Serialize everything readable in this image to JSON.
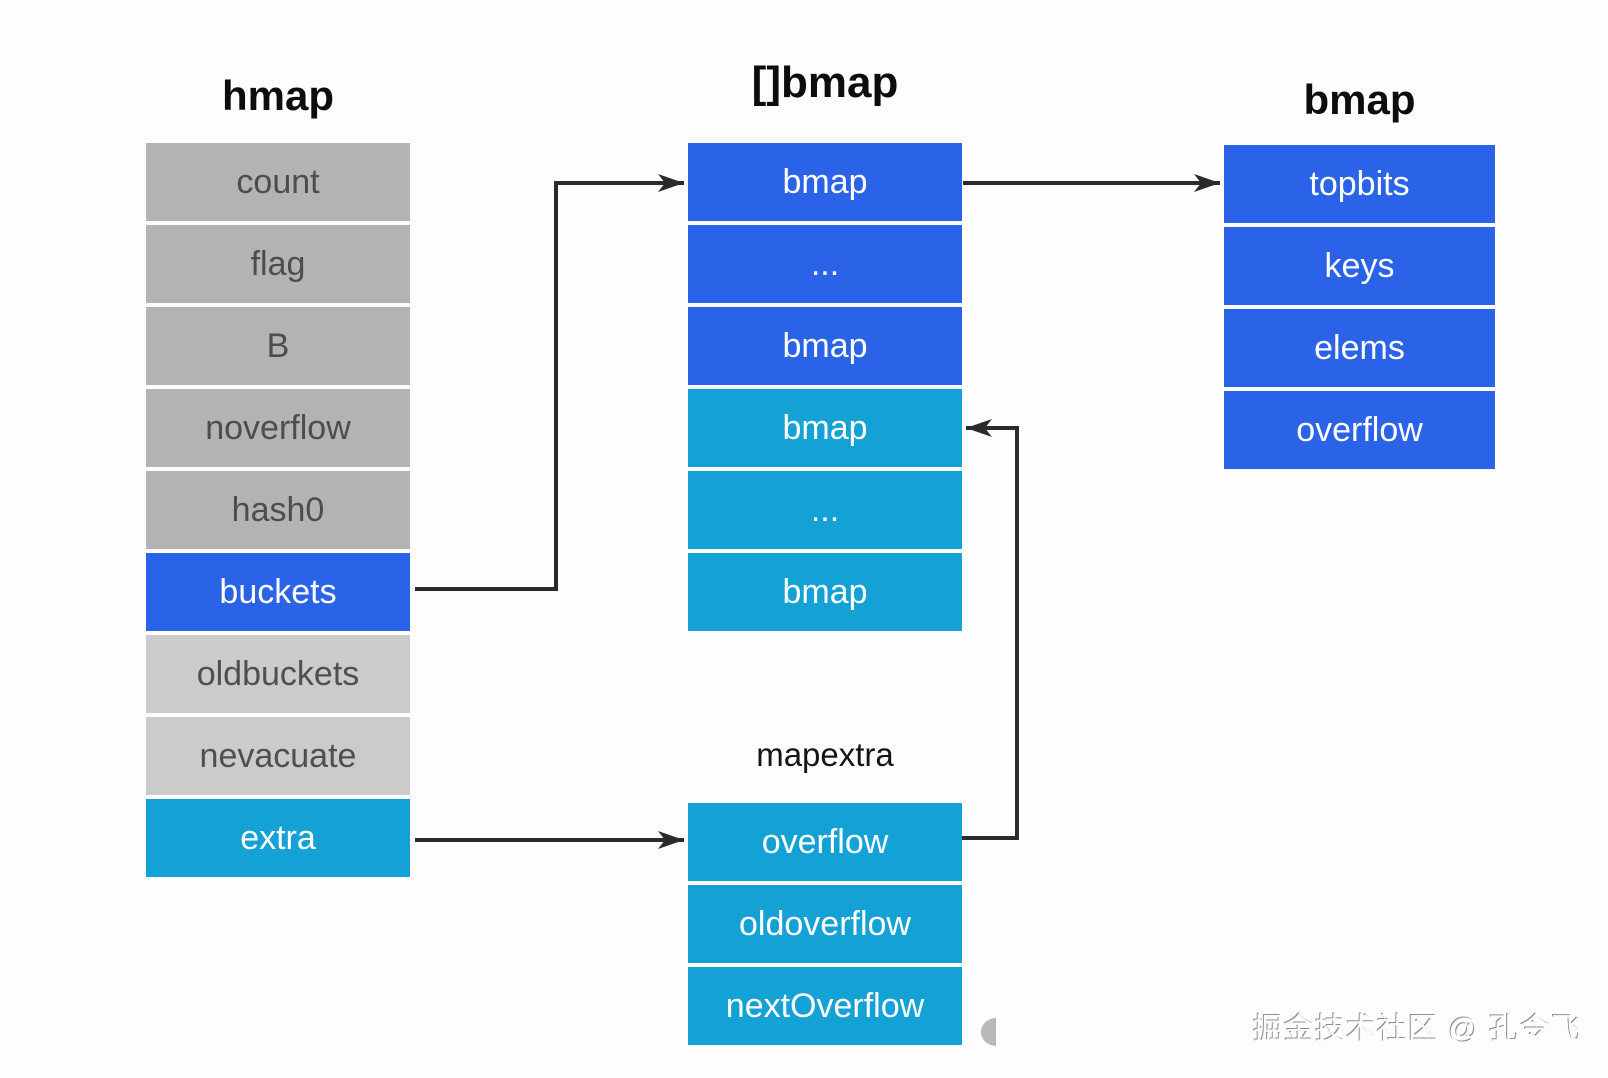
{
  "colors": {
    "blue": "#2b63e8",
    "cyan": "#14a2d6",
    "gray_dark": "#b3b3b3",
    "gray_light": "#cbcbcb",
    "arrow": "#2b2b2b"
  },
  "structs": {
    "hmap": {
      "title": "hmap",
      "rows": [
        "count",
        "flag",
        "B",
        "noverflow",
        "hash0",
        "buckets",
        "oldbuckets",
        "nevacuate",
        "extra"
      ]
    },
    "bmap_array": {
      "title": "[]bmap",
      "rows": [
        "bmap",
        "...",
        "bmap",
        "bmap",
        "...",
        "bmap"
      ]
    },
    "bmap": {
      "title": "bmap",
      "rows": [
        "topbits",
        "keys",
        "elems",
        "overflow"
      ]
    },
    "mapextra": {
      "title": "mapextra",
      "rows": [
        "overflow",
        "oldoverflow",
        "nextOverflow"
      ]
    }
  },
  "connections": [
    {
      "from": "hmap.buckets",
      "to": "bmap_array.bmap[0]"
    },
    {
      "from": "bmap_array.bmap[0]",
      "to": "bmap.topbits"
    },
    {
      "from": "hmap.extra",
      "to": "mapextra.overflow"
    },
    {
      "from": "mapextra.overflow",
      "to": "bmap_array.bmap[3]"
    }
  ],
  "watermark": "掘金技术社区 @ 孔令飞"
}
